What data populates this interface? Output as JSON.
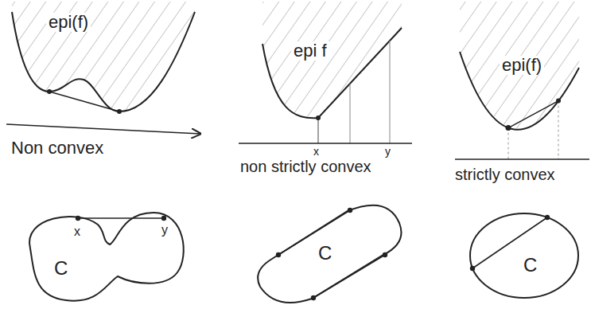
{
  "diagram": {
    "nodes": [
      {
        "text": [
          "C"
        ]
      },
      {
        "text": [
          "C"
        ]
      },
      {
        "text": [
          "C"
        ]
      }
    ],
    "labels": [
      "epi(f)",
      "Non convex",
      "epi f",
      "x",
      "y",
      "non strictly convex",
      "epi(f)",
      "strictly convex",
      "x",
      "y"
    ]
  }
}
